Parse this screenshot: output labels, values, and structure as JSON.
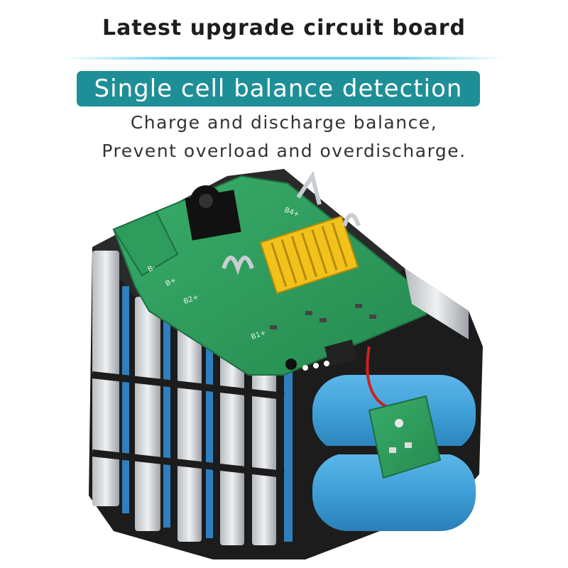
{
  "header": {
    "title": "Latest upgrade circuit board",
    "banner": "Single cell balance detection",
    "line1": "Charge and discharge balance,",
    "line2": "Prevent overload and overdischarge."
  },
  "colors": {
    "banner_bg": "#1f8f97",
    "rule": "#6fd3ec",
    "pcb_green": "#2e9c5c",
    "cell_blue": "#3f9fd6",
    "connector_yellow": "#f2c21b",
    "case_black": "#1c1c1c"
  },
  "product": {
    "board_labels": [
      "B-",
      "B+",
      "B4+",
      "B1+",
      "B2+"
    ]
  }
}
